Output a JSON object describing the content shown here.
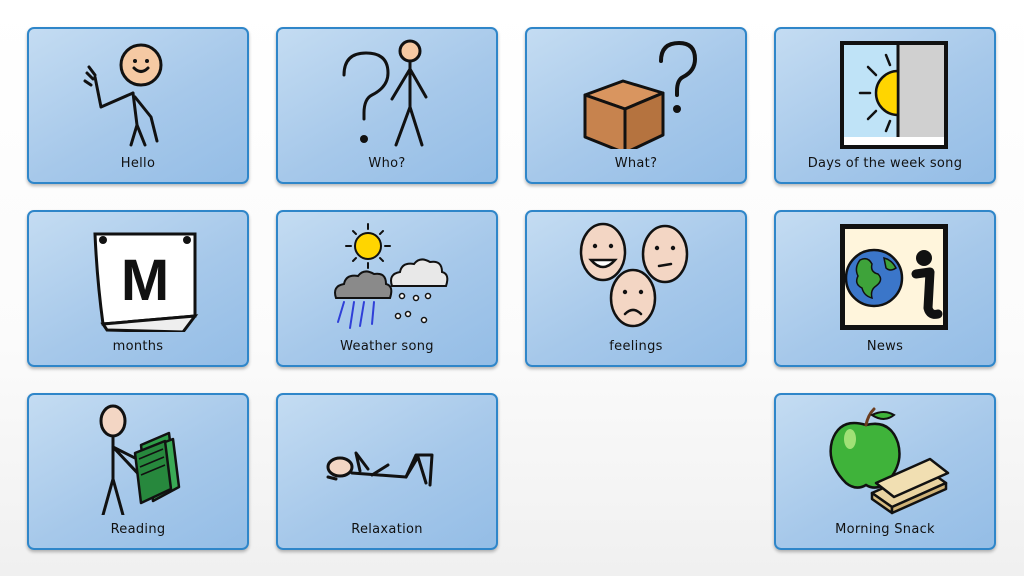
{
  "tiles": [
    {
      "label": "Hello",
      "icon": "waving-person-icon"
    },
    {
      "label": "Who?",
      "icon": "question-person-icon"
    },
    {
      "label": "What?",
      "icon": "question-box-icon"
    },
    {
      "label": "Days of the week song",
      "icon": "day-window-icon"
    },
    {
      "label": "months",
      "icon": "calendar-m-icon"
    },
    {
      "label": "Weather song",
      "icon": "weather-icon"
    },
    {
      "label": "feelings",
      "icon": "faces-icon"
    },
    {
      "label": "News",
      "icon": "news-globe-icon"
    },
    {
      "label": "Reading",
      "icon": "reading-person-icon"
    },
    {
      "label": "Relaxation",
      "icon": "lying-person-icon"
    },
    {
      "label": "Morning Snack",
      "icon": "apple-sandwich-icon"
    }
  ],
  "colors": {
    "tile_border": "#2f86c9",
    "tile_fill": "#a6c8ea"
  }
}
